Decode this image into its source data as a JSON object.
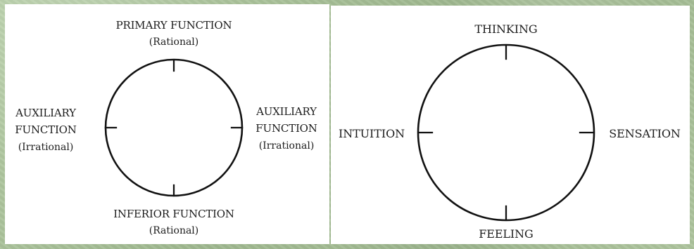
{
  "left_diagram": {
    "top": {
      "line1": "PRIMARY FUNCTION",
      "line2": "(Rational)"
    },
    "left": {
      "line1": "AUXILIARY",
      "line2": "FUNCTION",
      "line3": "(Irrational)"
    },
    "right": {
      "line1": "AUXILIARY",
      "line2": "FUNCTION",
      "line3": "(Irrational)"
    },
    "bottom": {
      "line1": "INFERIOR FUNCTION",
      "line2": "(Rational)"
    }
  },
  "right_diagram": {
    "top": "THINKING",
    "left": "INTUITION",
    "right": "SENSATION",
    "bottom": "FEELING"
  }
}
